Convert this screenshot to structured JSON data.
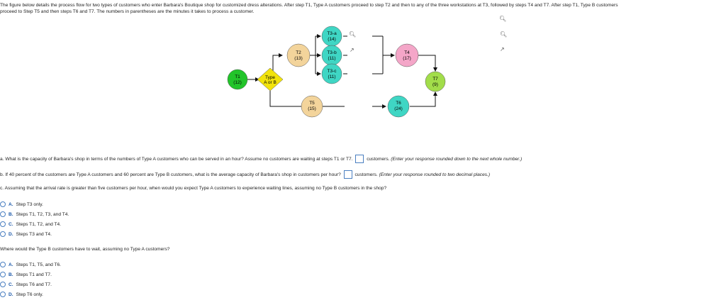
{
  "intro": {
    "line1": "The figure below details the process flow for two types of customers who enter Barbara's Boutique shop for customized dress alterations. After step T1, Type A customers proceed to step T2 and then to any of the three workstations at T3, followed by steps T4 and T7. After step T1, Type B customers",
    "line2": "proceed to Step T5 and then steps T6 and T7. The numbers in parentheses are the minutes it takes to process a customer."
  },
  "diagram": {
    "nodes": [
      {
        "id": "T1",
        "label": "T1",
        "time": "(12)",
        "color": "#22c42a"
      },
      {
        "id": "type",
        "label": "Type",
        "time": "A or B",
        "color": "#f2e30c"
      },
      {
        "id": "T2",
        "label": "T2",
        "time": "(13)",
        "color": "#f3d49b"
      },
      {
        "id": "T3a",
        "label": "T3-a",
        "time": "(14)",
        "color": "#3fd6c4"
      },
      {
        "id": "T3b",
        "label": "T3-b",
        "time": "(11)",
        "color": "#3fd6c4"
      },
      {
        "id": "T3c",
        "label": "T3-c",
        "time": "(11)",
        "color": "#3fd6c4"
      },
      {
        "id": "T4",
        "label": "T4",
        "time": "(17)",
        "color": "#f4a6c8"
      },
      {
        "id": "T5",
        "label": "T5",
        "time": "(15)",
        "color": "#f3d49b"
      },
      {
        "id": "T6",
        "label": "T6",
        "time": "(24)",
        "color": "#3fd6c4"
      },
      {
        "id": "T7",
        "label": "T7",
        "time": "(9)",
        "color": "#a2dd4a"
      }
    ]
  },
  "questions": {
    "a": {
      "prefix": "a. What is the capacity of Barbara's shop in terms of the numbers of Type A customers who can be served in an hour? Assume no customers are waiting at steps T1 or T7.",
      "unit": "customers.",
      "hint": "(Enter your response rounded down to the next whole number.)"
    },
    "b": {
      "prefix": "b. If 40 percent of the customers are Type A customers and 60 percent are Type B customers, what is the average capacity of Barbara's shop in customers per hour?",
      "unit": "customers.",
      "hint": "(Enter your response rounded to two decimal places.)"
    },
    "c": {
      "prompt": "c. Assuming that the arrival rate is greater than five customers per hour, when would you expect Type A customers to experience waiting lines, assuming no Type B customers in the shop?",
      "options": [
        {
          "letter": "A.",
          "text": "Step T3 only."
        },
        {
          "letter": "B.",
          "text": "Steps T1, T2, T3, and T4."
        },
        {
          "letter": "C.",
          "text": "Steps T1, T2, and T4."
        },
        {
          "letter": "D.",
          "text": "Steps T3 and T4."
        }
      ]
    },
    "d": {
      "prompt": "Where would the Type B customers have to wait, assuming no Type A customers?",
      "options": [
        {
          "letter": "A.",
          "text": "Steps T1, T5, and T6."
        },
        {
          "letter": "B.",
          "text": "Steps T1 and T7."
        },
        {
          "letter": "C.",
          "text": "Steps T6 and T7."
        },
        {
          "letter": "D.",
          "text": "Step T6 only."
        }
      ]
    }
  }
}
